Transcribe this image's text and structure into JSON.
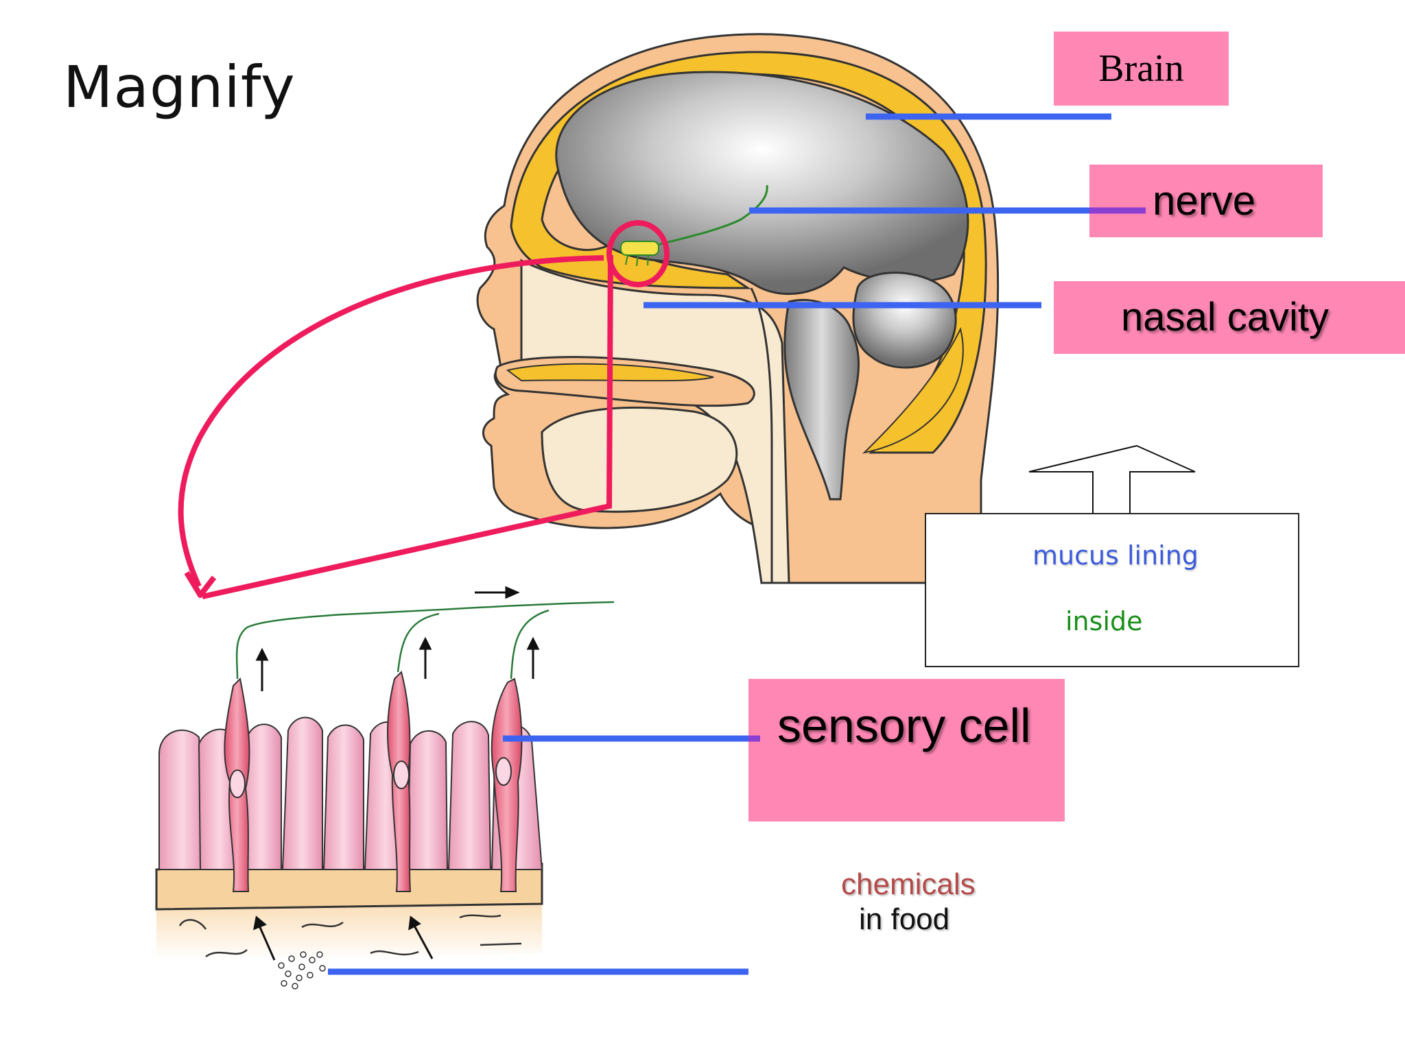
{
  "title": "Magnify",
  "labels": {
    "brain": "Brain",
    "nerve": "nerve",
    "nasal_cavity": "nasal cavity",
    "sensory_cell": "sensory cell"
  },
  "note": {
    "line1": "mucus lining",
    "line2": "inside"
  },
  "chemicals": {
    "line1": "chemicals",
    "line2": "in food"
  },
  "colors": {
    "label_box": "#ff87b4",
    "pointer_line": "#3d64f0",
    "magnify_arrow": "#ee1c5c",
    "note_mucus": "#3b5bdb",
    "note_inside": "#1a8f1a",
    "chem_line1": "#b54a4a"
  }
}
